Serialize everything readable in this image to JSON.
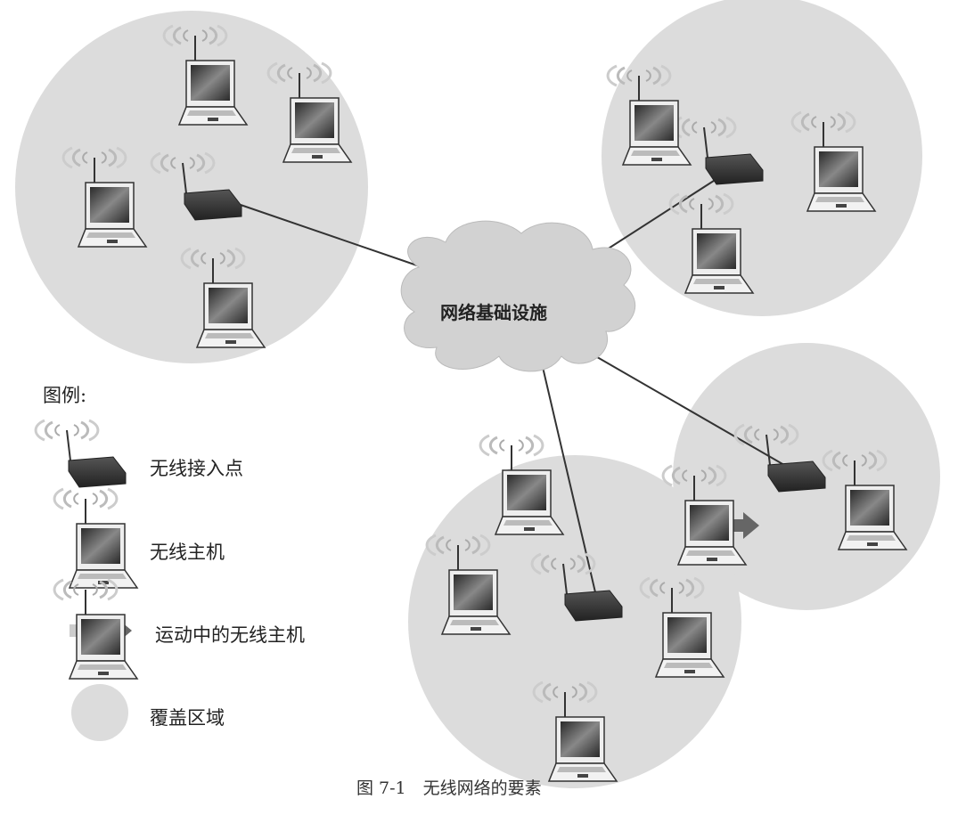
{
  "diagram": {
    "cloud_label": "网络基础设施",
    "legend": {
      "title": "图例:",
      "items": [
        {
          "icon": "access-point-icon",
          "label": "无线接入点"
        },
        {
          "icon": "laptop-icon",
          "label": "无线主机"
        },
        {
          "icon": "moving-laptop-icon",
          "label": "运动中的无线主机"
        },
        {
          "icon": "coverage-area-icon",
          "label": "覆盖区域"
        }
      ]
    },
    "caption": "图 7-1　无线网络的要素"
  },
  "colors": {
    "coverage": "#dcdcdc",
    "device": "#3a3a3a",
    "link": "#333333"
  }
}
